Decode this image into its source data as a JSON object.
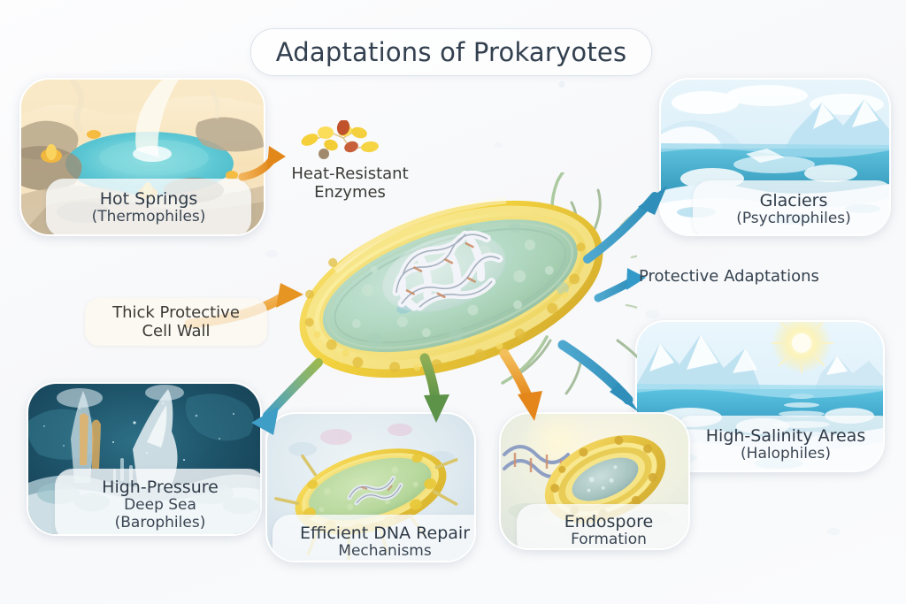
{
  "title": "Adaptations of Prokaryotes",
  "theme": {
    "background": "#fbfbfc",
    "title_text": "#33404f",
    "label_text": "#2f3b48",
    "arrow_orange": "#e8941f",
    "arrow_blue": "#3399c8",
    "arrow_green": "#6c9e52",
    "cell_wall_yellow": "#f2d43c",
    "cytoplasm_green": "#a8cfa6",
    "cytoplasm_teal": "#9fc9c6"
  },
  "panels": {
    "hot_springs": {
      "line1": "Hot Springs",
      "line2": "(Thermophiles)"
    },
    "glaciers": {
      "line1": "Glaciers",
      "line2": "(Psychrophiles)"
    },
    "halophiles": {
      "line1": "High-Salinity Areas",
      "line2": "(Halophiles)"
    },
    "deep_sea": {
      "line1": "High-Pressure",
      "line2": "Deep Sea",
      "line3": "(Barophiles)"
    },
    "dna_repair": {
      "line1": "Efficient DNA Repair",
      "line2": "Mechanisms"
    },
    "endospore": {
      "line1": "Endospore",
      "line2": "Formation"
    }
  },
  "labels": {
    "heat_enzymes_line1": "Heat-Resistant",
    "heat_enzymes_line2": "Enzymes",
    "cell_wall_line1": "Thick Protective",
    "cell_wall_line2": "Cell Wall",
    "protective_adaptations": "Protective Adaptations"
  },
  "icons": {
    "enzyme_cluster": "enzyme-cluster-icon",
    "bacterium": "prokaryote-cell-icon",
    "nucleoid": "nucleoid-dna-icon",
    "dna_helix": "dna-helix-icon"
  }
}
